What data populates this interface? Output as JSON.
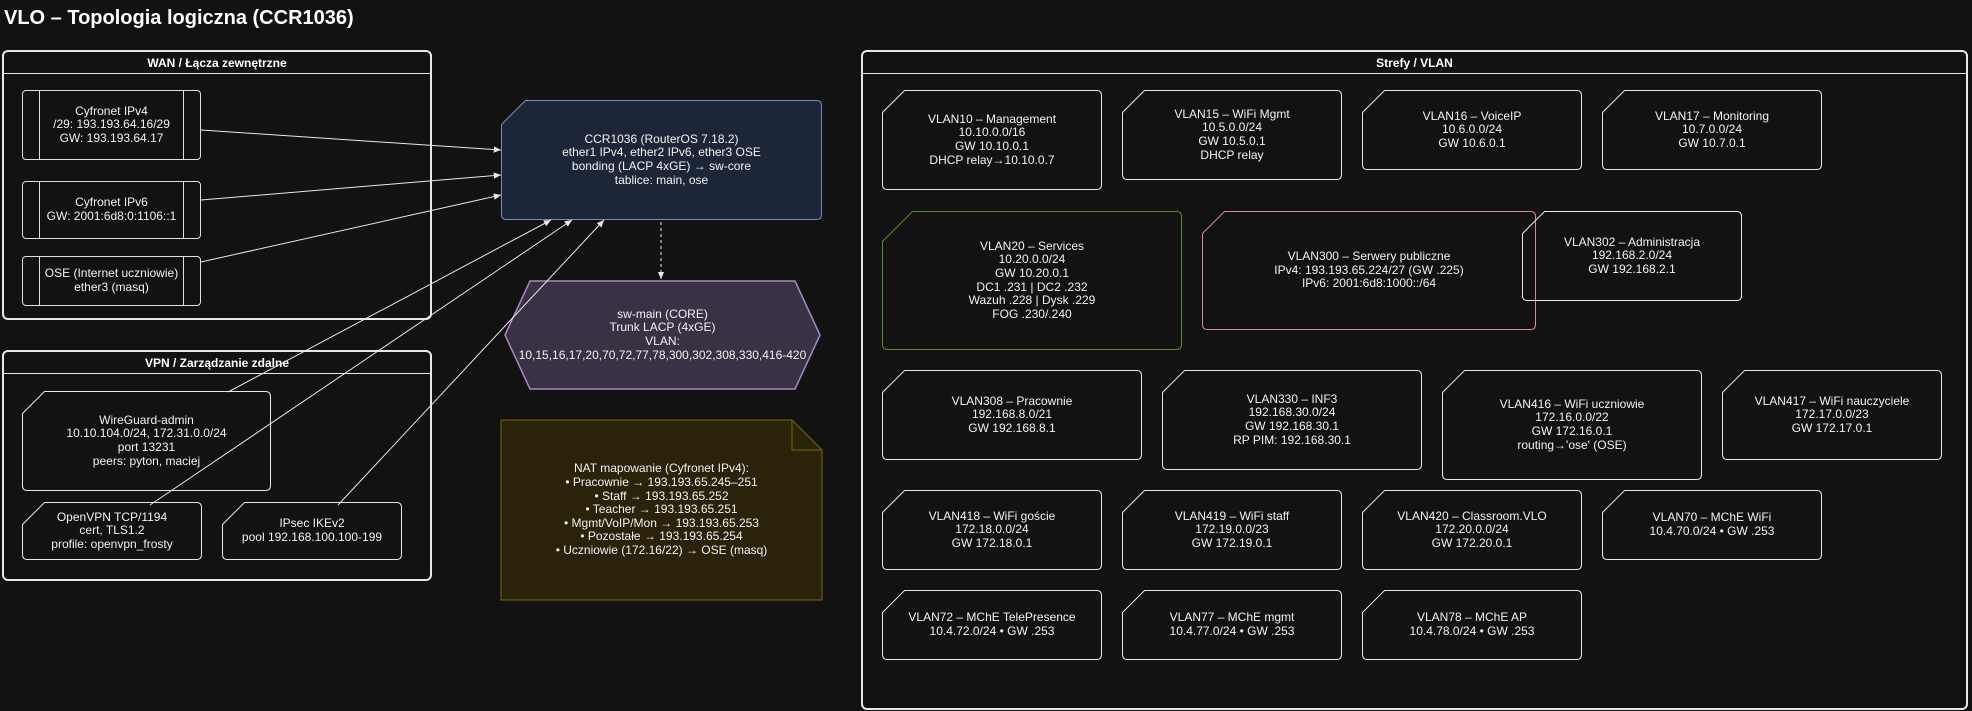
{
  "title": "VLO – Topologia logiczna (CCR1036)",
  "colors": {
    "background": "#121212",
    "stroke": "#e8e8e8",
    "router_fill": "#1c2638",
    "router_stroke": "#7a8fb0",
    "core_fill": "#3b3145",
    "core_stroke": "#a58cc0",
    "note_fill": "#2b220a",
    "note_stroke": "#7c6416",
    "services_stroke": "#5a8a2a",
    "public_servers_stroke": "#d98a8a"
  },
  "wan": {
    "title": "WAN / Łącza zewnętrzne",
    "links": [
      {
        "lines": [
          "Cyfronet IPv4",
          "/29: 193.193.64.16/29",
          "GW: 193.193.64.17"
        ]
      },
      {
        "lines": [
          "Cyfronet IPv6",
          "GW: 2001:6d8:0:1106::1"
        ]
      },
      {
        "lines": [
          "OSE (Internet uczniowie)",
          "ether3 (masq)"
        ]
      }
    ]
  },
  "vpn": {
    "title": "VPN / Zarządzanie zdalne",
    "items": [
      {
        "lines": [
          "WireGuard-admin",
          "10.10.104.0/24, 172.31.0.0/24",
          "port 13231",
          "peers: pyton, maciej"
        ]
      },
      {
        "lines": [
          "OpenVPN TCP/1194",
          "cert, TLS1.2",
          "profile: openvpn_frosty"
        ]
      },
      {
        "lines": [
          "IPsec IKEv2",
          "pool 192.168.100.100-199"
        ]
      }
    ]
  },
  "router": {
    "lines": [
      "CCR1036 (RouterOS 7.18.2)",
      "ether1 IPv4, ether2 IPv6, ether3 OSE",
      "bonding (LACP 4xGE) → sw-core",
      "tablice: main, ose"
    ]
  },
  "core_switch": {
    "lines": [
      "sw-main (CORE)",
      "Trunk LACP (4xGE)",
      "VLAN:",
      "10,15,16,17,20,70,72,77,78,300,302,308,330,416-420"
    ]
  },
  "nat_note": {
    "lines": [
      "NAT mapowanie (Cyfronet IPv4):",
      "• Pracownie → 193.193.65.245–251",
      "• Staff → 193.193.65.252",
      "• Teacher → 193.193.65.251",
      "• Mgmt/VoIP/Mon → 193.193.65.253",
      "• Pozostałe → 193.193.65.254",
      "• Uczniowie (172.16/22) → OSE (masq)"
    ]
  },
  "zones": {
    "title": "Strefy / VLAN",
    "vlans": [
      {
        "lines": [
          "VLAN10 – Management",
          "10.10.0.0/16",
          "GW 10.10.0.1",
          "DHCP relay→10.10.0.7"
        ]
      },
      {
        "lines": [
          "VLAN15 – WiFi Mgmt",
          "10.5.0.0/24",
          "GW 10.5.0.1",
          "DHCP relay"
        ]
      },
      {
        "lines": [
          "VLAN16 – VoiceIP",
          "10.6.0.0/24",
          "GW 10.6.0.1"
        ]
      },
      {
        "lines": [
          "VLAN17 – Monitoring",
          "10.7.0.0/24",
          "GW 10.7.0.1"
        ]
      },
      {
        "lines": [
          "VLAN20 – Services",
          "10.20.0.0/24",
          "GW 10.20.0.1",
          "DC1 .231 | DC2 .232",
          "Wazuh .228 | Dysk .229",
          "FOG .230/.240"
        ]
      },
      {
        "lines": [
          "VLAN300 – Serwery publiczne",
          "IPv4: 193.193.65.224/27 (GW .225)",
          "IPv6: 2001:6d8:1000::/64"
        ]
      },
      {
        "lines": [
          "VLAN302 – Administracja",
          "192.168.2.0/24",
          "GW 192.168.2.1"
        ]
      },
      {
        "lines": [
          "VLAN308 – Pracownie",
          "192.168.8.0/21",
          "GW 192.168.8.1"
        ]
      },
      {
        "lines": [
          "VLAN330 – INF3",
          "192.168.30.0/24",
          "GW 192.168.30.1",
          "RP PIM: 192.168.30.1"
        ]
      },
      {
        "lines": [
          "VLAN416 – WiFi uczniowie",
          "172.16.0.0/22",
          "GW 172.16.0.1",
          "routing→'ose' (OSE)"
        ]
      },
      {
        "lines": [
          "VLAN417 – WiFi nauczyciele",
          "172.17.0.0/23",
          "GW 172.17.0.1"
        ]
      },
      {
        "lines": [
          "VLAN418 – WiFi goście",
          "172.18.0.0/24",
          "GW 172.18.0.1"
        ]
      },
      {
        "lines": [
          "VLAN419 – WiFi staff",
          "172.19.0.0/23",
          "GW 172.19.0.1"
        ]
      },
      {
        "lines": [
          "VLAN420 – Classroom.VLO",
          "172.20.0.0/24",
          "GW 172.20.0.1"
        ]
      },
      {
        "lines": [
          "VLAN70 – MChE WiFi",
          "10.4.70.0/24 • GW .253"
        ]
      },
      {
        "lines": [
          "VLAN72 – MChE TelePresence",
          "10.4.72.0/24 • GW .253"
        ]
      },
      {
        "lines": [
          "VLAN77 – MChE mgmt",
          "10.4.77.0/24 • GW .253"
        ]
      },
      {
        "lines": [
          "VLAN78 – MChE AP",
          "10.4.78.0/24 • GW .253"
        ]
      }
    ]
  }
}
